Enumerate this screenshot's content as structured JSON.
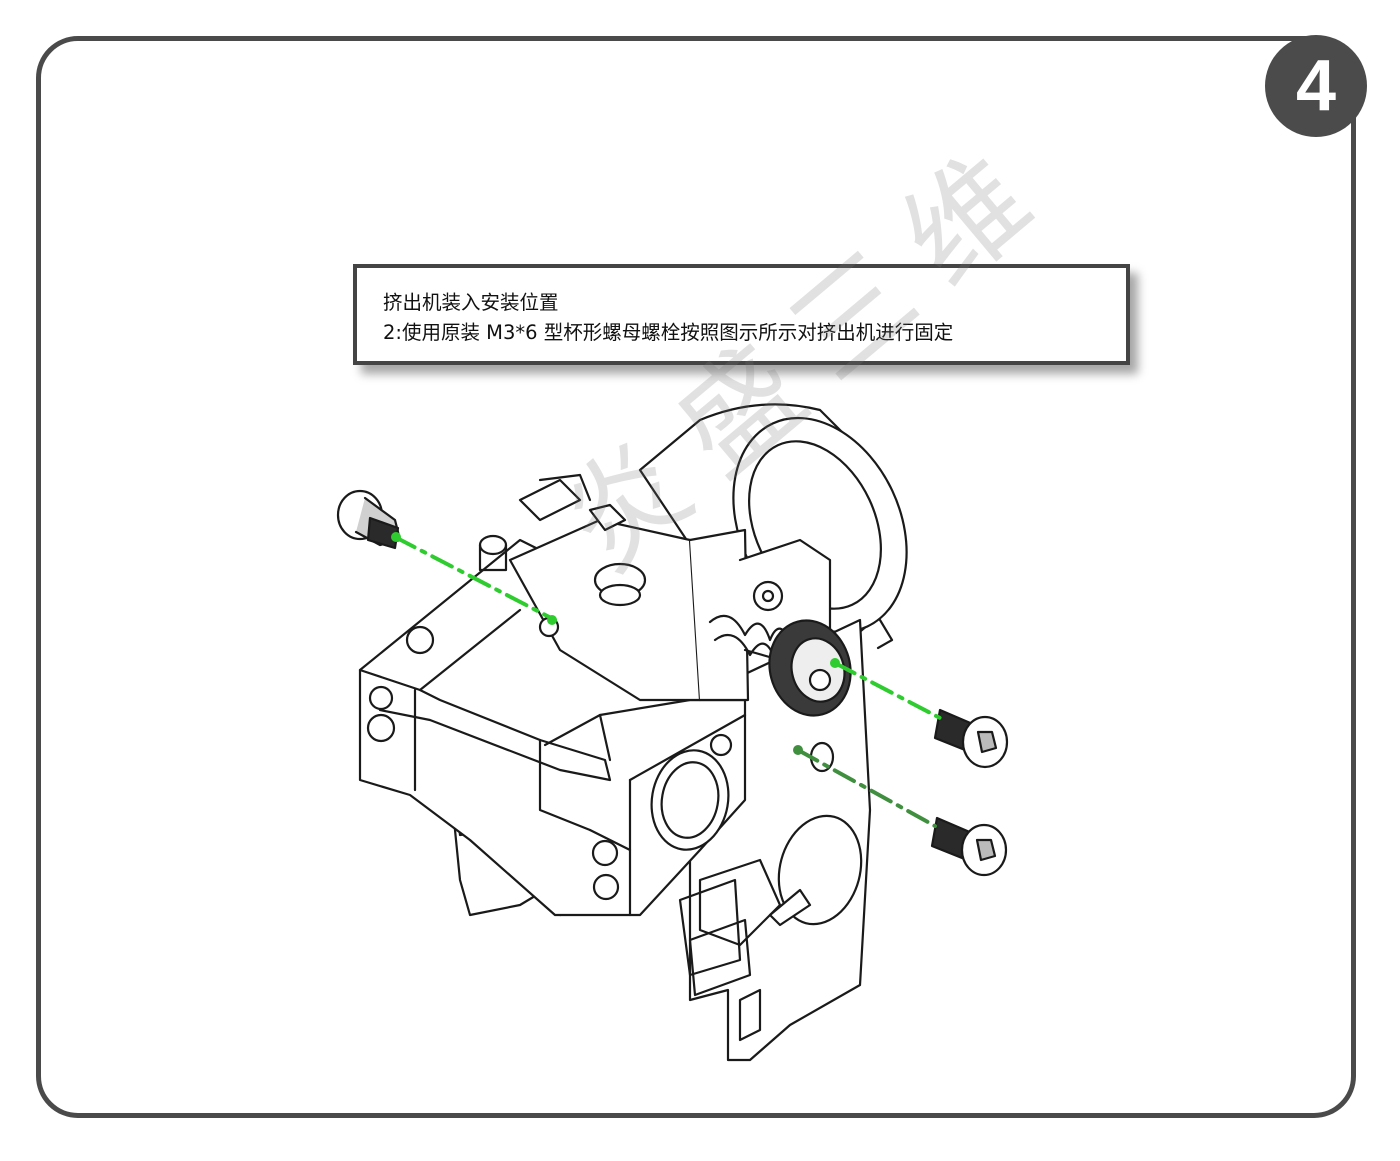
{
  "step": {
    "number": "4"
  },
  "instruction": {
    "line1": "挤出机装入安装位置",
    "line2": "2:使用原装 M3*6 型杯形螺母螺栓按照图示所示对挤出机进行固定"
  },
  "watermark": {
    "text": "炎盛三维"
  },
  "colors": {
    "frame": "#4a4a4a",
    "badge": "#4b4b4b",
    "guide_line_bright": "#2ecc2e",
    "guide_line_dark": "#3f8f3f"
  }
}
